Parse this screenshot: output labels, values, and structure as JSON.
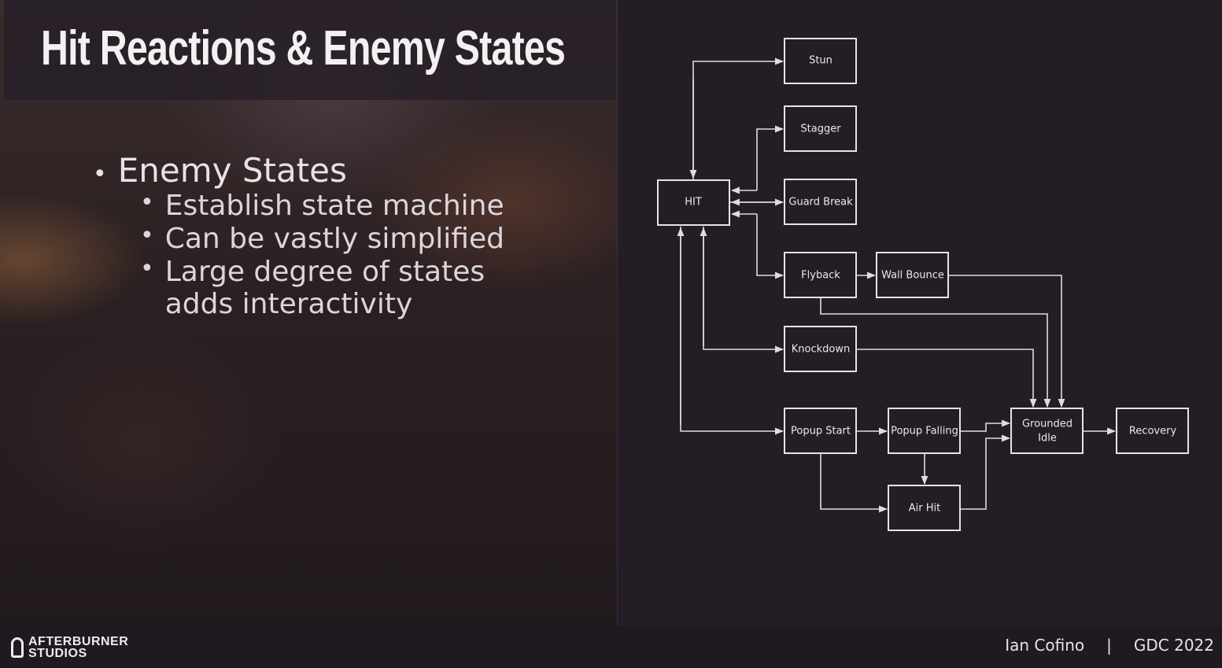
{
  "slide": {
    "title": "Hit Reactions & Enemy States",
    "bullet_main": "Enemy States",
    "sub_bullets": [
      "Establish state machine",
      "Can be vastly simplified",
      "Large degree of states adds interactivity"
    ]
  },
  "diagram": {
    "nodes": {
      "hit": "HIT",
      "stun": "Stun",
      "stagger": "Stagger",
      "guard_break": "Guard Break",
      "flyback": "Flyback",
      "wall_bounce": "Wall Bounce",
      "knockdown": "Knockdown",
      "popup_start": "Popup Start",
      "popup_falling": "Popup Falling",
      "air_hit": "Air Hit",
      "grounded_idle_line1": "Grounded",
      "grounded_idle_line2": "Idle",
      "recovery": "Recovery"
    }
  },
  "footer": {
    "logo_line1": "AFTERBURNER",
    "logo_line2": "STUDIOS",
    "presenter": "Ian Cofino",
    "separator": "|",
    "event": "GDC 2022"
  }
}
